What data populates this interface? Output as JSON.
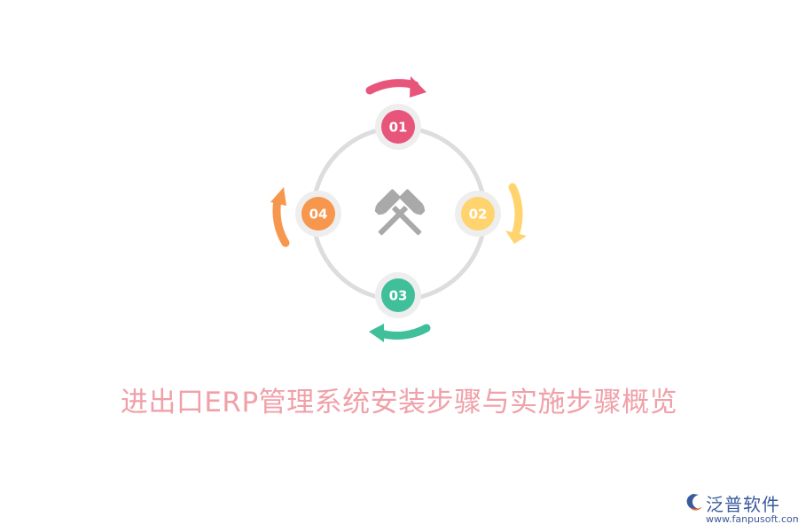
{
  "title": "进出口ERP管理系统安装步骤与实施步骤概览",
  "steps": [
    {
      "label": "01",
      "color": "#e8557a"
    },
    {
      "label": "02",
      "color": "#ffd46e"
    },
    {
      "label": "03",
      "color": "#3fbf9a"
    },
    {
      "label": "04",
      "color": "#f7964d"
    }
  ],
  "center_icon": "crossed-hammers-icon",
  "colors": {
    "ring": "#dddddd",
    "badge_bg": "#eeeeee",
    "icon": "#a9a9a9",
    "title": "#f0a0a8",
    "brand": "#3a5a9c",
    "brand_accent": "#e8733a"
  },
  "logo": {
    "name": "泛普软件",
    "url": "www.fanpusoft.com"
  }
}
